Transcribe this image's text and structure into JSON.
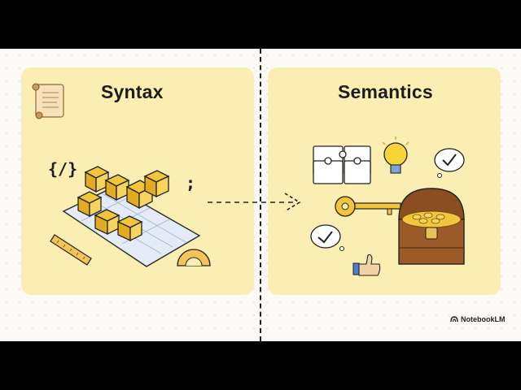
{
  "left": {
    "title": "Syntax",
    "code_symbol": "{/}",
    "semicolon": ";"
  },
  "right": {
    "title": "Semantics"
  },
  "brand": {
    "name": "NotebookLM"
  },
  "colors": {
    "panel": "#fbeeb3",
    "block": "#f3c53a",
    "grid": "#dfe7f3",
    "background": "#fbfaf6"
  },
  "icons": [
    "scroll-icon",
    "code-brackets-icon",
    "blocks-on-grid-icon",
    "ruler-icon",
    "protractor-icon",
    "dashed-arrow-icon",
    "puzzle-icon",
    "lightbulb-icon",
    "checkmark-bubble-icon",
    "key-icon",
    "treasure-chest-icon",
    "thumbs-up-icon"
  ]
}
